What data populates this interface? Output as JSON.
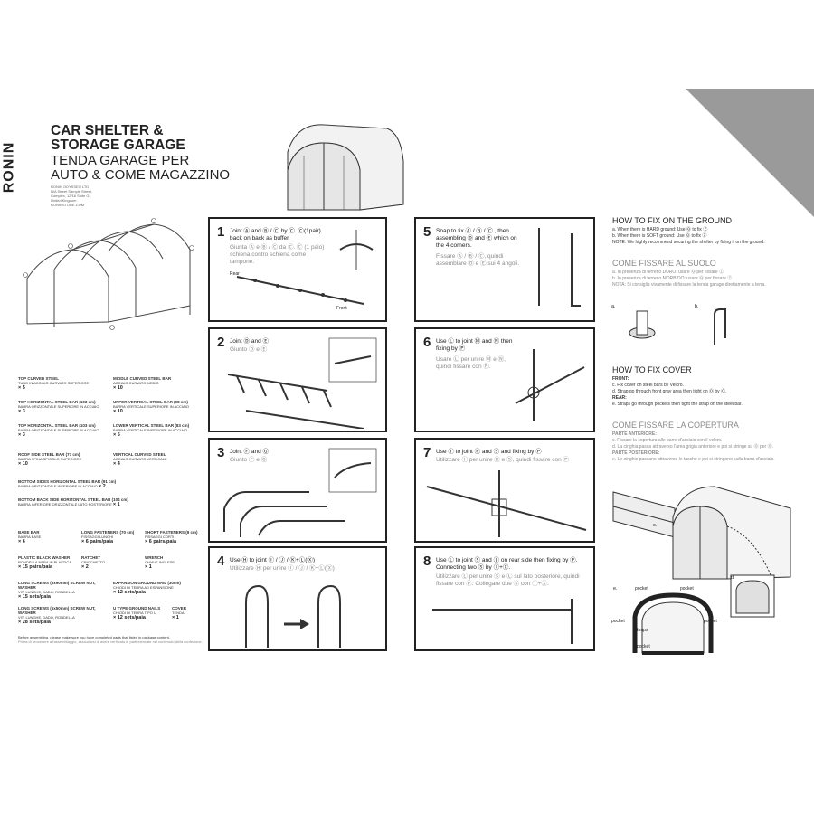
{
  "brand": "RONIN",
  "title_en_1": "CAR SHELTER &",
  "title_en_2": "STORAGE GARAGE",
  "title_it_1": "TENDA GARAGE PER",
  "title_it_2": "AUTO & COME MAGAZZINO",
  "address": [
    "RONIN ODYSSEO LTD",
    "N/A Street Sample Street,",
    "Complex, 12/16 Suite G,",
    "United Kingdom",
    "RONINSTORE.COM"
  ],
  "parts": [
    {
      "en": "TOP CURVED STEEL",
      "it": "TUBO IN ACCIAIO CURVATO SUPERIORE",
      "qty": "× 5"
    },
    {
      "en": "MIDDLE CURVED STEEL BAR",
      "it": "ACCIAIO CURVATO MEDIO",
      "qty": "× 10"
    },
    {
      "en": "TOP HORIZONTAL STEEL BAR (103 cm)",
      "it": "BARRA ORIZZONTALE SUPERIORE IN ACCIAIO",
      "qty": "× 3"
    },
    {
      "en": "UPPER VERTICAL STEEL BAR (98 cm)",
      "it": "BARRA VERTICALE SUPERIORE IN ACCIAIO",
      "qty": "× 10"
    },
    {
      "en": "TOP HORIZONTAL STEEL BAR (103 cm)",
      "it": "BARRA ORIZZONTALE SUPERIORE IN ACCIAIO",
      "qty": "× 3"
    },
    {
      "en": "LOWER VERTICAL STEEL BAR (83 cm)",
      "it": "BARRA VERTICALE INFERIORE IN ACCIAIO",
      "qty": "× 5"
    },
    {
      "en": "ROOF SIDE STEEL BAR (77 cm)",
      "it": "BARRA SPINA SPIGOLO SUPERIORE",
      "qty": "× 10"
    },
    {
      "en": "VERTICAL CURVED STEEL",
      "it": "ACCIAIO CURVATO VERTICALE",
      "qty": "× 4"
    },
    {
      "en": "BOTTOM SIDES HORIZONTAL STEEL BAR (91 cm)",
      "it": "BARRA ORIZZONTALE INFERIORE IN ACCIAIO",
      "qty": "× 2"
    },
    {
      "en": "BOTTOM BACK SIDE HORIZONTAL STEEL BAR (104 cm)",
      "it": "BARRA INFERIORE ORIZZONTALE LATO POSTERIORE",
      "qty": "× 1"
    },
    {
      "en": "BASE BAR",
      "it": "BARRA BASE",
      "qty": "× 6"
    },
    {
      "en": "LONG FASTENERS (70 cm)",
      "it": "FISSAGGI LUNGHI",
      "qty": "× 6 pairs/paia"
    },
    {
      "en": "SHORT FASTENERS (9 cm)",
      "it": "FISSAGGI CORTI",
      "qty": "× 6 pairs/paia"
    },
    {
      "en": "PLASTIC BLACK WASHER",
      "it": "RONDELLA NERA IN PLASTICA",
      "qty": "× 15 pairs/paia"
    },
    {
      "en": "RATCHET",
      "it": "CRICCHETTO",
      "qty": "× 2"
    },
    {
      "en": "WRENCH",
      "it": "CHIAVE INGLESE",
      "qty": "× 1"
    },
    {
      "en": "LONG SCREWS (6x90mm) SCREW NUT, WASHER",
      "it": "VITI LUNGHE, DADO, RONDELLA",
      "qty": "× 15 sets/paia"
    },
    {
      "en": "EXPANSION GROUND NAIL (30cm)",
      "it": "CHIODI DI TERRA AD ESPANSIONE",
      "qty": "× 12 sets/paia"
    },
    {
      "en": "LONG SCREWS (6x50mm) SCREW NUT, WASHER",
      "it": "VITI LUNGHE, DADO, RONDELLA",
      "qty": "× 28 sets/paia"
    },
    {
      "en": "U TYPE GROUND NAILS",
      "it": "CHIODI DI TERRA TIPO U",
      "qty": "× 12 sets/paia"
    },
    {
      "en": "COVER",
      "it": "TENDA",
      "qty": "× 1"
    }
  ],
  "parts_note_en": "Before assembling, please make sure you have completed parts that listed in package content.",
  "parts_note_it": "Prima di procedere all'assemblaggio, assicurarsi di avere verificato le parti elencate nel contenuto della confezione.",
  "steps": [
    {
      "num": "1",
      "en": "Joint Ⓐ and Ⓑ / Ⓒ by Ⓒ. Ⓒ(1pair) back on back as buffer.",
      "it": "Giunta Ⓐ e Ⓑ / Ⓒ da Ⓒ. Ⓒ (1 paio) schiena contro schiena come tampone.",
      "label_a": "Rear",
      "label_b": "Front"
    },
    {
      "num": "2",
      "en": "Joint Ⓓ and Ⓔ",
      "it": "Giunto Ⓓ e Ⓔ"
    },
    {
      "num": "3",
      "en": "Joint Ⓕ and Ⓖ",
      "it": "Giunto Ⓕ e Ⓖ"
    },
    {
      "num": "4",
      "en": "Use Ⓗ to joint Ⓘ / Ⓙ / Ⓚ+Ⓛ(Ⓧ)",
      "it": "Utilizzare Ⓗ per unire Ⓘ / Ⓙ / Ⓚ+Ⓛ(Ⓧ)"
    },
    {
      "num": "5",
      "en": "Snap to fix Ⓐ / Ⓑ / Ⓒ , then assembling Ⓓ and Ⓔ which on the 4 corners.",
      "it": "Fissare Ⓐ / Ⓑ / Ⓒ, quindi assemblare Ⓓ e Ⓔ sui 4 angoli."
    },
    {
      "num": "6",
      "en": "Use Ⓛ to joint Ⓜ and Ⓝ then fixing by Ⓟ",
      "it": "Usare Ⓛ per unire Ⓜ e Ⓝ, quindi fissare con Ⓟ."
    },
    {
      "num": "7",
      "en": "Use Ⓘ to joint Ⓡ and Ⓢ and fixing by Ⓟ",
      "it": "Utilizzare Ⓘ per unire Ⓡ e Ⓢ, quindi fissare con Ⓟ"
    },
    {
      "num": "8",
      "en": "Use Ⓛ to joint Ⓢ and Ⓛ on rear side then fixing by Ⓟ. Connecting two Ⓢ by Ⓘ+Ⓧ.",
      "it": "Utilizzare Ⓛ per unire Ⓢ e Ⓛ sul lato posteriore, quindi fissare con Ⓟ. Collegare due Ⓢ con Ⓘ+Ⓧ."
    }
  ],
  "ground": {
    "title_en": "HOW TO FIX ON THE GROUND",
    "lines_en": [
      "a. When there is HARD ground: Use Ⓠ to fix Ⓩ",
      "b. When there is SOFT ground: Use Ⓠ to fix Ⓩ",
      "NOTE: We highly recommend securing the shelter by fixing it on the ground."
    ],
    "title_it": "COME FISSARE AL SUOLO",
    "lines_it": [
      "a. In presenza di terreno DURO: usare Ⓠ per fissare Ⓩ",
      "b. In presenza di terreno MORBIDO: usare Ⓠ per fissare Ⓩ",
      "NOTA: Si consiglia vivamente di fissare la tenda garage direttamente a terra."
    ],
    "fig_a": "a.",
    "fig_b": "b."
  },
  "cover": {
    "title_en": "HOW TO FIX COVER",
    "front_en": "FRONT:",
    "lines_en_front": [
      "c. Fix cover on steel bars by Velcro.",
      "d. Strap go through front gray area then tight on Ⓞ by Ⓞ."
    ],
    "rear_en": "REAR:",
    "lines_en_rear": [
      "e. Straps go through pockets then tight the strap on the steel bar."
    ],
    "title_it": "COME FISSARE LA COPERTURA",
    "front_it": "PARTE ANTERIORE:",
    "lines_it_front": [
      "c. Fissare la copertura alle barre d'acciaio con il velcro.",
      "d. La cinghia passa attraverso l'area grigia anteriore e poi si stringe su Ⓞ per Ⓞ."
    ],
    "rear_it": "PARTE POSTERIORE:",
    "lines_it_rear": [
      "e. Le cinghie passano attraverso le tasche e poi si stringono sulla barra d'acciaio."
    ],
    "fig_c": "c.",
    "fig_d": "d.",
    "fig_e": "e.",
    "pocket": "pocket",
    "straps": "Straps"
  }
}
